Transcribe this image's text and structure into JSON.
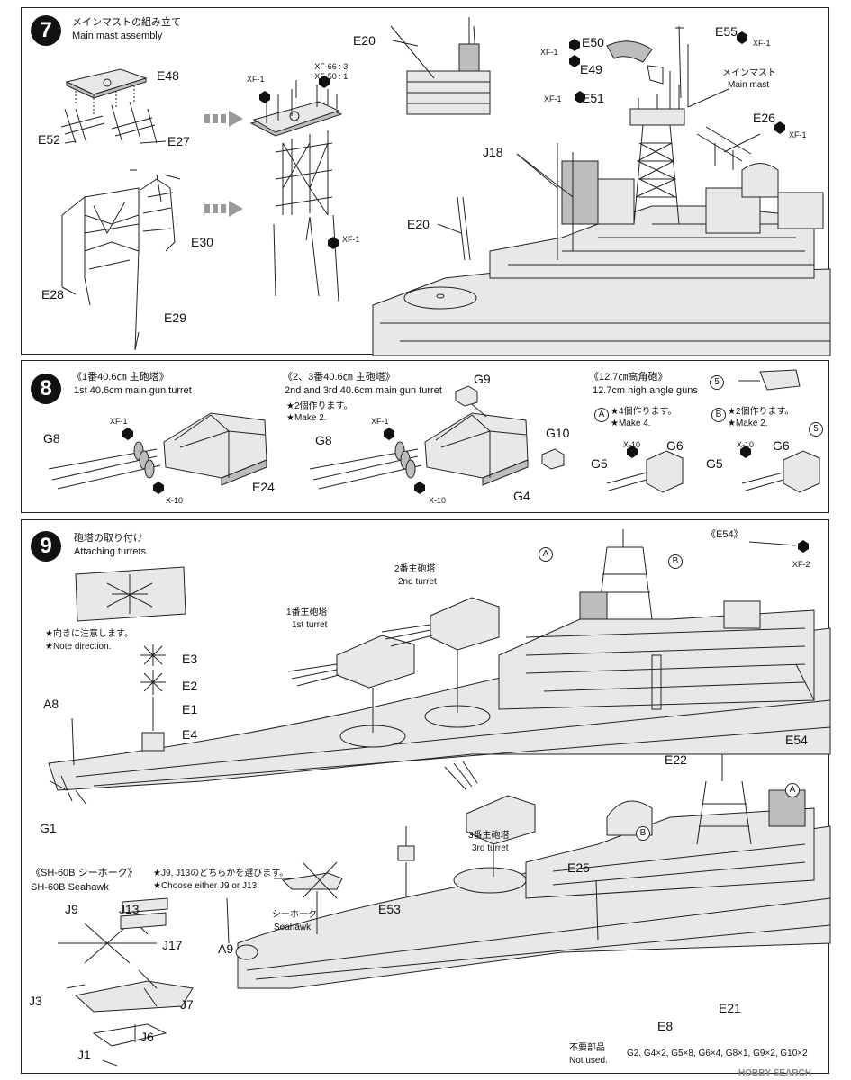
{
  "step7": {
    "number": "7",
    "title_jp": "メインマストの組み立て",
    "title_en": "Main mast assembly",
    "parts": {
      "e48": "E48",
      "e52": "E52",
      "e27": "E27",
      "e30": "E30",
      "e28": "E28",
      "e29": "E29",
      "e20a": "E20",
      "e20b": "E20",
      "e50": "E50",
      "e49": "E49",
      "e51": "E51",
      "e55": "E55",
      "e26": "E26",
      "j18": "J18"
    },
    "screws": {
      "xf1": "XF-1",
      "mix": "XF-66 : 3\n+XF-50 : 1"
    },
    "mainmast_jp": "メインマスト",
    "mainmast_en": "Main mast"
  },
  "step8": {
    "number": "8",
    "turret1_jp": "《1番40.6㎝ 主砲塔》",
    "turret1_en": "1st 40.6cm main gun turret",
    "turret23_jp": "《2、3番40.6㎝ 主砲塔》",
    "turret23_en": "2nd and 3rd 40.6cm main gun turret",
    "make2_jp": "★2個作ります。",
    "make2_en": "★Make 2.",
    "hag_jp": "《12.7㎝高角砲》",
    "hag_en": "12.7cm high angle guns",
    "a_jp": "★4個作ります。",
    "a_en": "★Make 4.",
    "b_jp": "★2個作ります。",
    "b_en": "★Make 2.",
    "parts": {
      "g8a": "G8",
      "g8b": "G8",
      "e24": "E24",
      "g9": "G9",
      "g10": "G10",
      "g4": "G4",
      "g6a": "G6",
      "g6b": "G6",
      "g5a": "G5",
      "g5b": "G5"
    },
    "paints": {
      "xf1": "XF-1",
      "x10": "X-10"
    },
    "marks": {
      "a": "A",
      "b": "B",
      "five": "5"
    }
  },
  "step9": {
    "number": "9",
    "title_jp": "砲塔の取り付け",
    "title_en": "Attaching turrets",
    "note_jp": "★向きに注意します。",
    "note_en": "★Note direction.",
    "e54_title": "《E54》",
    "turret1_jp": "1番主砲塔",
    "turret1_en": "1st turret",
    "turret2_jp": "2番主砲塔",
    "turret2_en": "2nd turret",
    "turret3_jp": "3番主砲塔",
    "turret3_en": "3rd turret",
    "heli_title_jp": "《SH-60B シーホーク》",
    "heli_title_en": "SH-60B Seahawk",
    "heli_note_jp": "★J9, J13のどちらかを選びます。",
    "heli_note_en": "★Choose either J9 or J13.",
    "seahawk_jp": "シーホーク",
    "seahawk_en": "Seahawk",
    "unused_jp": "不要部品",
    "unused_en": "Not used.",
    "unused_list": "G2, G4×2, G5×8, G6×4, G8×1, G9×2, G10×2",
    "parts": {
      "e3": "E3",
      "e2": "E2",
      "e1": "E1",
      "e4": "E4",
      "a8": "A8",
      "g1": "G1",
      "e22": "E22",
      "e54": "E54",
      "e25": "E25",
      "e53": "E53",
      "a9": "A9",
      "e8": "E8",
      "e21": "E21",
      "j9": "J9",
      "j13": "J13",
      "j17": "J17",
      "j3": "J3",
      "j7": "J7",
      "j6": "J6",
      "j1": "J1"
    },
    "paints": {
      "xf2": "XF-2"
    },
    "marks": {
      "a": "A",
      "b": "B"
    }
  },
  "watermark": "HOBBY SEARCH"
}
